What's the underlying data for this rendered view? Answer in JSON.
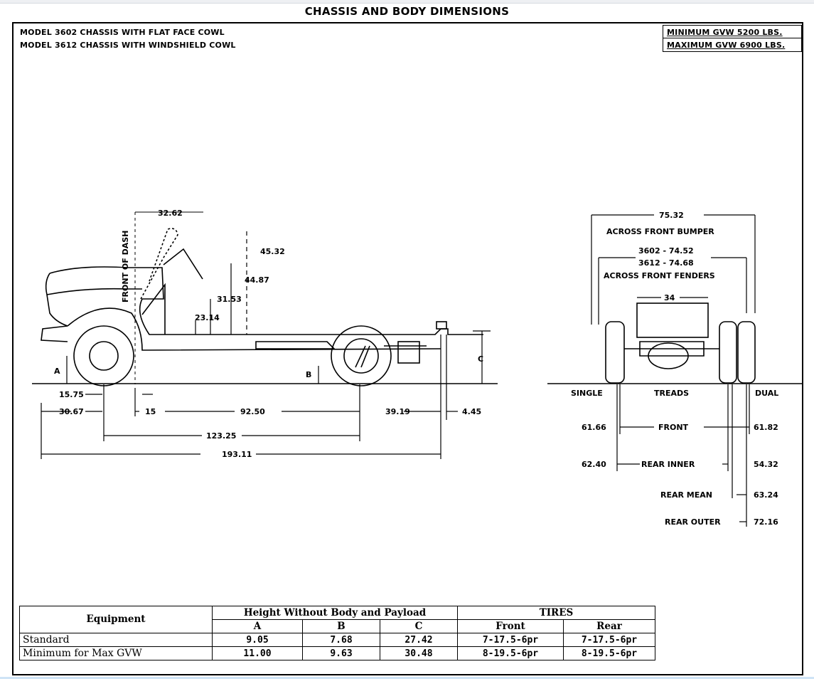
{
  "title": "CHASSIS AND BODY DIMENSIONS",
  "models": [
    "MODEL 3602 CHASSIS WITH FLAT FACE COWL",
    "MODEL 3612 CHASSIS WITH WINDSHIELD COWL"
  ],
  "gvw": {
    "minimum": "MINIMUM GVW 5200 LBS.",
    "maximum": "MAXIMUM GVW 6900 LBS."
  },
  "side_view": {
    "front_of_dash": "FRONT OF DASH",
    "dim_32_62": "32.62",
    "dim_45_32": "45.32",
    "dim_44_87": "44.87",
    "dim_31_53": "31.53",
    "dim_23_14": "23.14",
    "label_a": "A",
    "label_b": "B",
    "label_c": "C",
    "dim_15_75": "15.75",
    "dim_30_67": "30.67",
    "dim_15": "15",
    "dim_92_50": "92.50",
    "dim_39_19": "39.19",
    "dim_4_45": "4.45",
    "dim_123_25": "123.25",
    "dim_193_11": "193.11"
  },
  "front_view": {
    "bumper_dim": "75.32",
    "bumper_label": "ACROSS FRONT BUMPER",
    "fender_dim_3602": "3602 - 74.52",
    "fender_dim_3612": "3612 - 74.68",
    "fender_label": "ACROSS FRONT FENDERS",
    "frame_dim": "34",
    "single": "SINGLE",
    "treads": "TREADS",
    "dual": "DUAL",
    "front_left": "61.66",
    "front_label": "FRONT",
    "front_right": "61.82",
    "rear_inner_left": "62.40",
    "rear_inner_label": "REAR INNER",
    "rear_inner_right": "54.32",
    "rear_mean_label": "REAR MEAN",
    "rear_mean_value": "63.24",
    "rear_outer_label": "REAR OUTER",
    "rear_outer_value": "72.16"
  },
  "table": {
    "equipment_header": "Equipment",
    "height_header": "Height Without Body and Payload",
    "tires_header": "TIRES",
    "col_a": "A",
    "col_b": "B",
    "col_c": "C",
    "col_front": "Front",
    "col_rear": "Rear",
    "rows": [
      {
        "equipment": "Standard",
        "a": "9.05",
        "b": "7.68",
        "c": "27.42",
        "front": "7-17.5-6pr",
        "rear": "7-17.5-6pr"
      },
      {
        "equipment": "Minimum for Max GVW",
        "a": "11.00",
        "b": "9.63",
        "c": "30.48",
        "front": "8-19.5-6pr",
        "rear": "8-19.5-6pr"
      }
    ]
  }
}
